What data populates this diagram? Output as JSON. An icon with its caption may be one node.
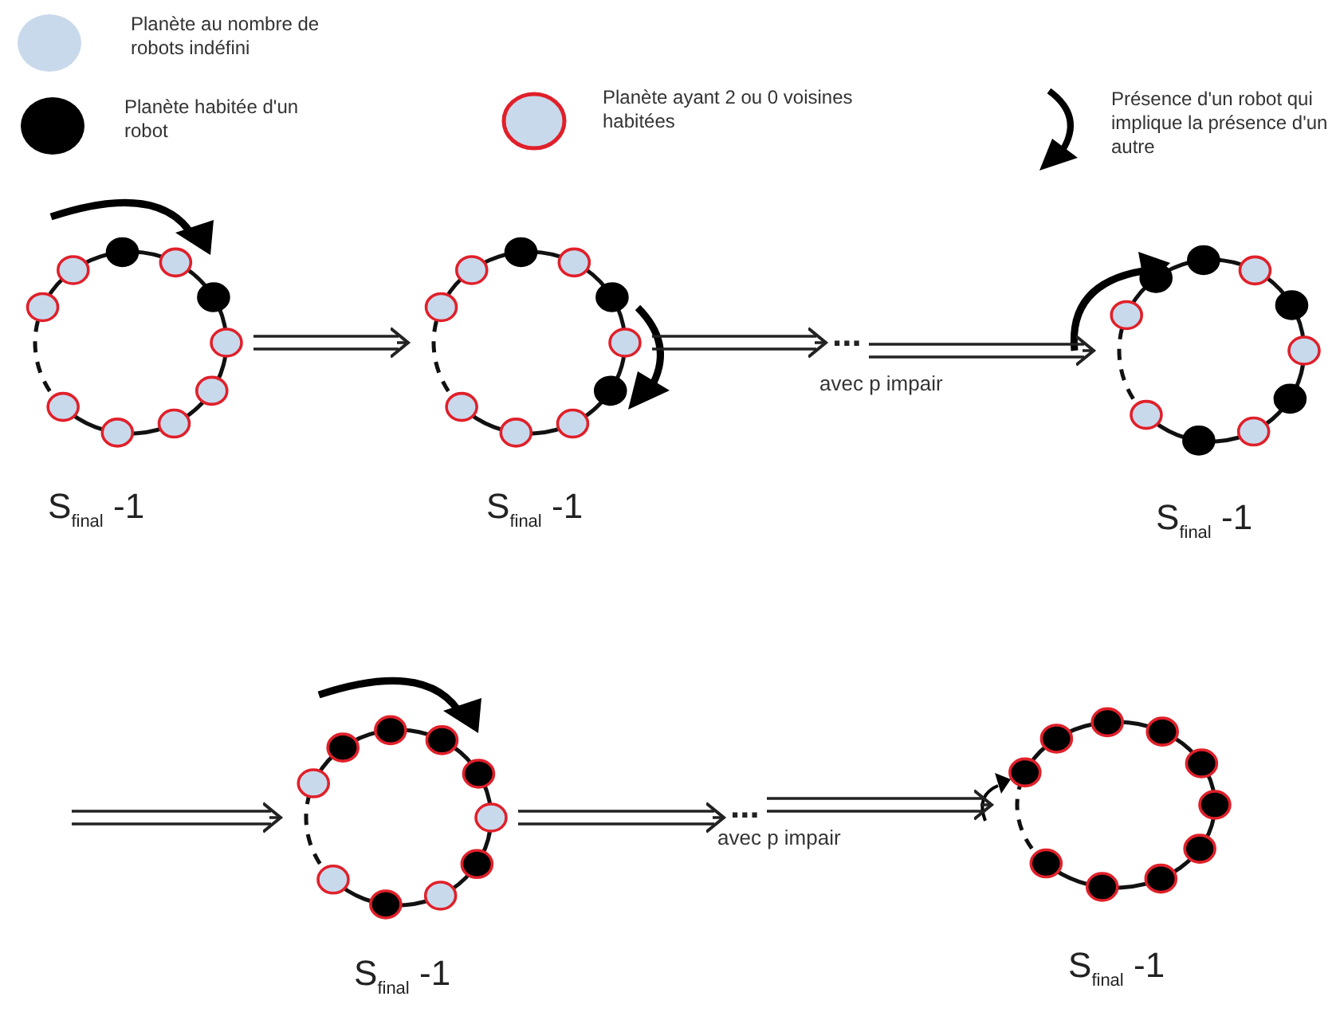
{
  "diagram": {
    "nodes": [
      {
        "text": [],
        "shape": "circle",
        "beside": [
          "S$_{final}$ -1"
        ]
      },
      {
        "text": [],
        "shape": "circle",
        "beside": [
          "S$_{final}$ -1"
        ]
      },
      {
        "text": [
          "..."
        ]
      },
      {
        "text": [],
        "shape": "circle",
        "beside": [
          "S$_{final}$ -1"
        ]
      },
      {
        "text": [],
        "shape": "circle",
        "beside": [
          "S$_{final}$ -1"
        ]
      },
      {
        "text": [
          "..."
        ]
      },
      {
        "text": [],
        "shape": "circle",
        "beside": [
          "S$_{final}$ -1"
        ]
      }
    ],
    "edges": [
      {
        "from": 0,
        "to": 1,
        "arrow": "to"
      },
      {
        "from": 1,
        "to": 2,
        "arrow": "to"
      },
      {
        "from": 2,
        "to": 3,
        "arrow": "to",
        "label": "avec p impair"
      },
      {
        "from": null,
        "to": 4,
        "arrow": "to"
      },
      {
        "from": 4,
        "to": 5,
        "arrow": "to"
      },
      {
        "from": 5,
        "to": 6,
        "arrow": "to",
        "label": "avec p impair"
      }
    ],
    "legend": [
      {
        "text": "Planète au nombre de robots indéfini",
        "color": "#c9d9ec"
      },
      {
        "text": "Planète habitée d'un robot",
        "color": "#000000"
      },
      {
        "text": "Planète ayant 2 ou 0 voisines habitées"
      },
      {
        "text": "Présence d'un robot qui implique la présence d'un autre"
      }
    ]
  }
}
